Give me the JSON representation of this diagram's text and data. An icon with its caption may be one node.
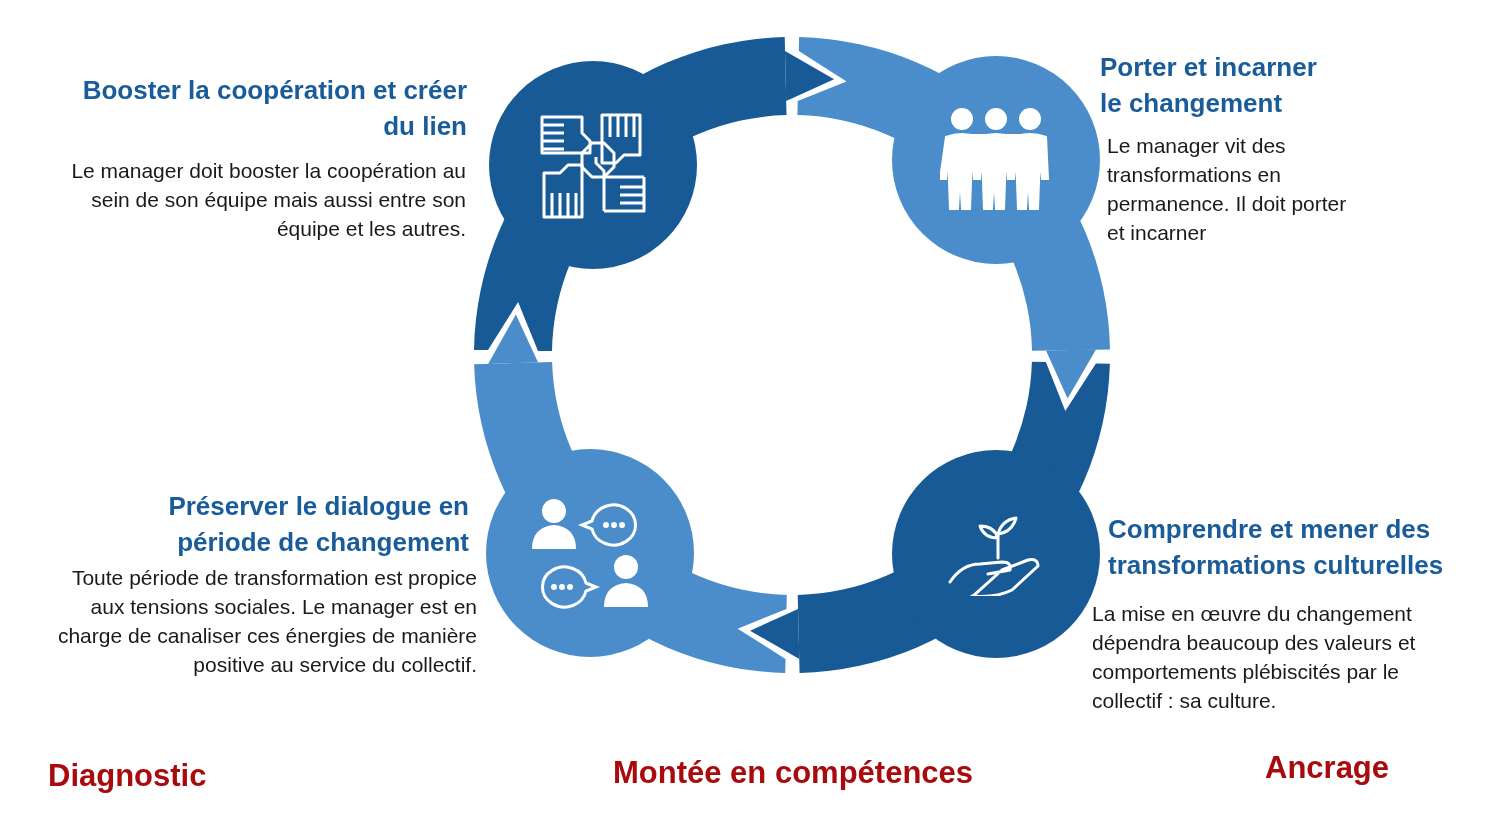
{
  "diagram": {
    "nodes": [
      {
        "text": [
          "Booster la coopération et créer du lien",
          "Le manager doit booster la coopération au sein de son équipe mais aussi entre son équipe et les autres."
        ]
      },
      {
        "text": [
          "Porter et incarner le changement",
          "Le manager vit des transformations en permanence. Il doit porter et incarner"
        ]
      },
      {
        "text": [
          "Comprendre et mener des transformations culturelles",
          "La mise en œuvre du changement dépendra beaucoup des valeurs et comportements plébiscités par le collectif : sa culture."
        ]
      },
      {
        "text": [
          "Préserver le dialogue en période de changement",
          "Toute période de transformation est propice aux tensions sociales. Le manager est en charge de canaliser ces énergies de manière positive au service du collectif."
        ]
      }
    ],
    "edges": [
      {
        "from": 0,
        "to": 1,
        "arrow": "to"
      },
      {
        "from": 1,
        "to": 2,
        "arrow": "to"
      },
      {
        "from": 2,
        "to": 3,
        "arrow": "to"
      },
      {
        "from": 3,
        "to": 0,
        "arrow": "to"
      }
    ],
    "labels": [
      "Diagnostic",
      "Montée en compétences",
      "Ancrage"
    ]
  }
}
